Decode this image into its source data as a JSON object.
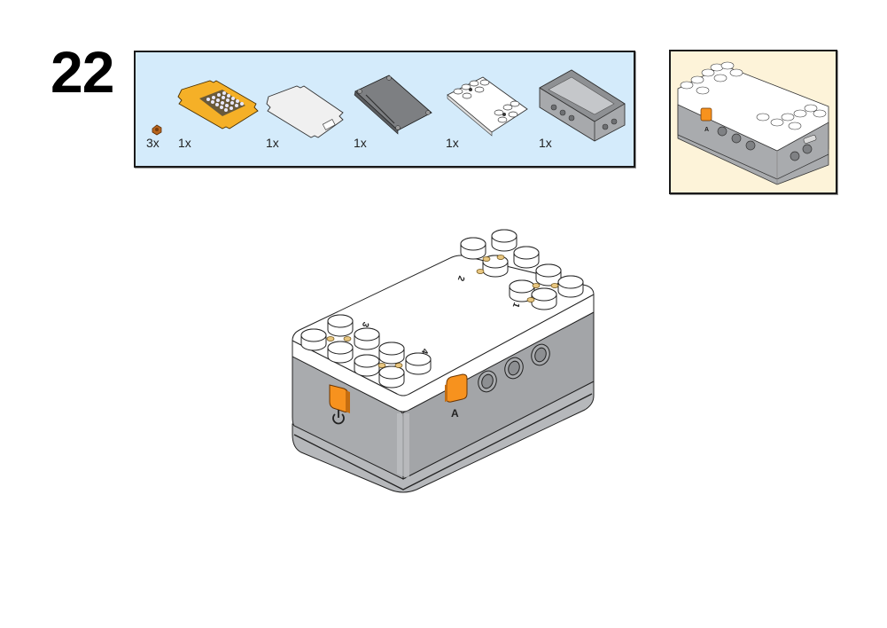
{
  "step": {
    "number": "22"
  },
  "parts_list": {
    "items": [
      {
        "name": "orange-pin-connector",
        "qty": "3x",
        "color": "#b5651d"
      },
      {
        "name": "led-matrix-board",
        "qty": "1x",
        "color": "#f5b027"
      },
      {
        "name": "white-circuit-plate",
        "qty": "1x",
        "color": "#f2f2f2"
      },
      {
        "name": "gray-battery-plate",
        "qty": "1x",
        "color": "#8a8a8a"
      },
      {
        "name": "white-stud-top-cover",
        "qty": "1x",
        "color": "#ffffff"
      },
      {
        "name": "gray-hub-housing",
        "qty": "1x",
        "color": "#a7a9ac"
      }
    ],
    "background": "#d4ebfb"
  },
  "callout": {
    "background": "#fdf3d9",
    "button_label": "A"
  },
  "hub": {
    "button_labels": {
      "power": "power-symbol",
      "a": "A"
    },
    "port_labels": [
      "1",
      "2",
      "3",
      "4"
    ],
    "colors": {
      "top": "#ffffff",
      "side": "#a9abae",
      "side_dark": "#9a9c9f",
      "button": "#f7921e",
      "outline": "#222222"
    }
  }
}
